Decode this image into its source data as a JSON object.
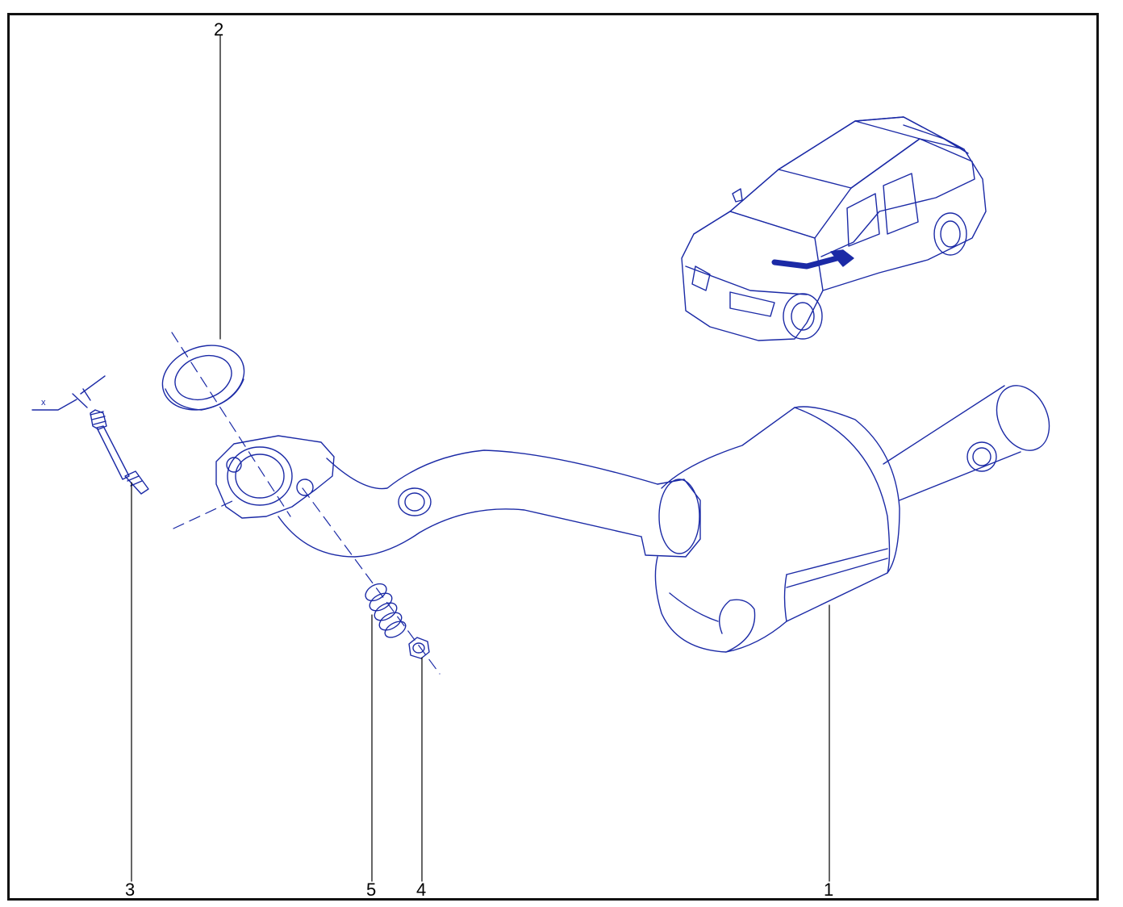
{
  "diagram": {
    "line_color": "#1b2aa6",
    "callouts": {
      "c1": "1",
      "c2": "2",
      "c3": "3",
      "c4": "4",
      "c5": "5"
    },
    "dimension_label": "x"
  },
  "parts": [
    {
      "id": "catalytic-converter",
      "callout": "1"
    },
    {
      "id": "gasket",
      "callout": "2"
    },
    {
      "id": "stud",
      "callout": "3"
    },
    {
      "id": "nut",
      "callout": "4"
    },
    {
      "id": "spring",
      "callout": "5"
    }
  ]
}
